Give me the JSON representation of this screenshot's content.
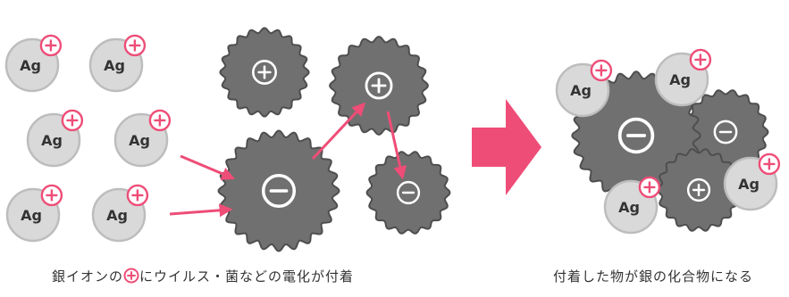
{
  "colors": {
    "accent": "#ee4d77",
    "cell_fill": "#707070",
    "cell_stroke": "#4e4e4e",
    "ion_fill": "#d9d9d9",
    "ion_stroke": "#bdbdbd",
    "text_dark": "#333333"
  },
  "ion_label": "Ag",
  "captions": {
    "left_prefix": "銀イオンの",
    "left_suffix": "にウイルス・菌などの電化が付着",
    "right": "付着した物が銀の化合物になる"
  },
  "icons": {
    "plus": "plus-charge-icon",
    "minus": "minus-charge-icon",
    "arrow": "right-arrow-icon"
  }
}
